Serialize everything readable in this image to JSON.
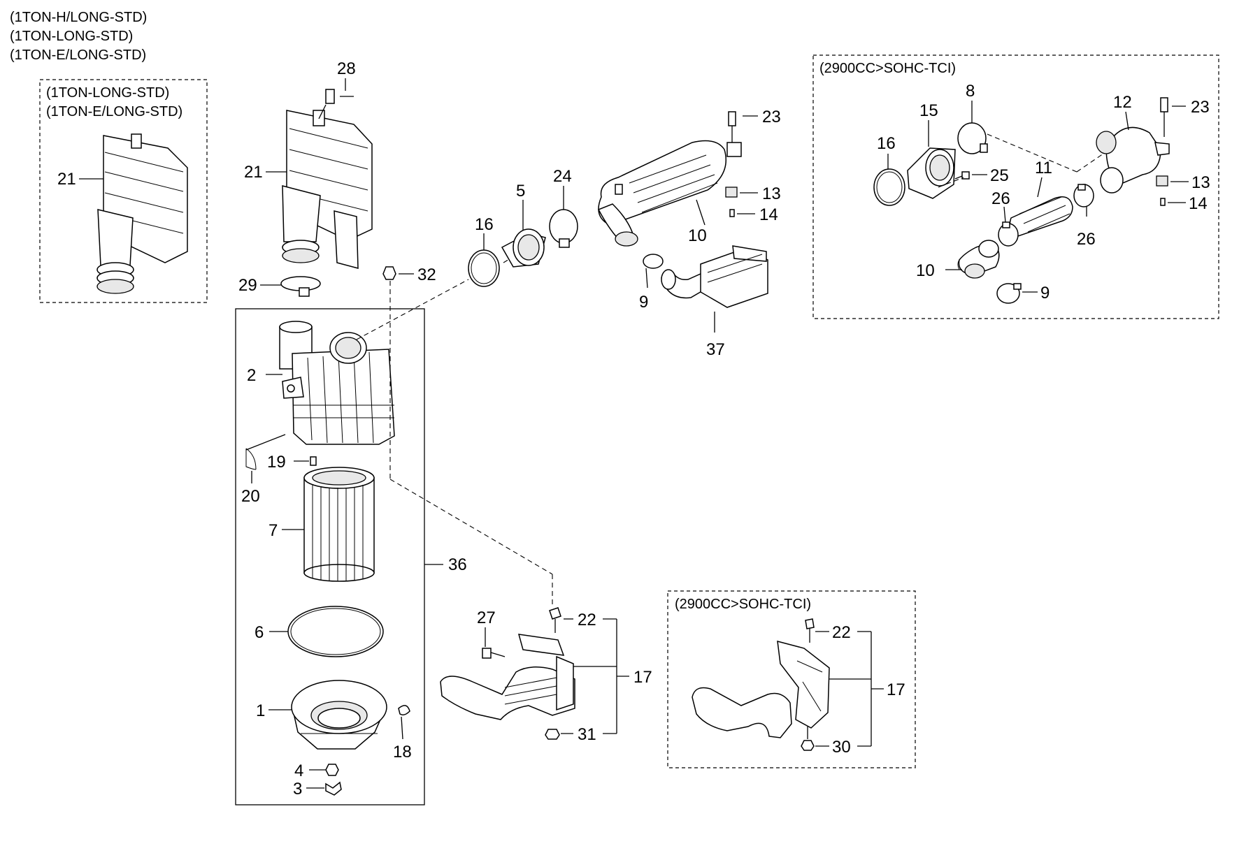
{
  "headers": {
    "variant_1": "(1TON-H/LONG-STD)",
    "variant_2": "(1TON-LONG-STD)",
    "variant_3": "(1TON-E/LONG-STD)"
  },
  "inset_left": {
    "line_1": "(1TON-LONG-STD)",
    "line_2": "(1TON-E/LONG-STD)"
  },
  "inset_right_top": {
    "title": "(2900CC>SOHC-TCI)"
  },
  "inset_right_bottom": {
    "title": "(2900CC>SOHC-TCI)"
  },
  "callouts": {
    "main": {
      "c28": "28",
      "c21": "21",
      "c29": "29",
      "c32": "32",
      "c2": "2",
      "c19": "19",
      "c20": "20",
      "c7": "7",
      "c36": "36",
      "c6": "6",
      "c1": "1",
      "c18": "18",
      "c4": "4",
      "c3": "3",
      "c16": "16",
      "c5": "5",
      "c24": "24",
      "c23": "23",
      "c13": "13",
      "c14": "14",
      "c10": "10",
      "c9": "9",
      "c37": "37",
      "c27": "27",
      "c22": "22",
      "c17": "17",
      "c31": "31"
    },
    "left_inset": {
      "c21": "21"
    },
    "tci_top": {
      "c8": "8",
      "c12": "12",
      "c23": "23",
      "c15": "15",
      "c16": "16",
      "c25": "25",
      "c13": "13",
      "c11": "11",
      "c26a": "26",
      "c26b": "26",
      "c14": "14",
      "c10": "10",
      "c9": "9"
    },
    "tci_bottom": {
      "c22": "22",
      "c17": "17",
      "c30": "30"
    }
  }
}
